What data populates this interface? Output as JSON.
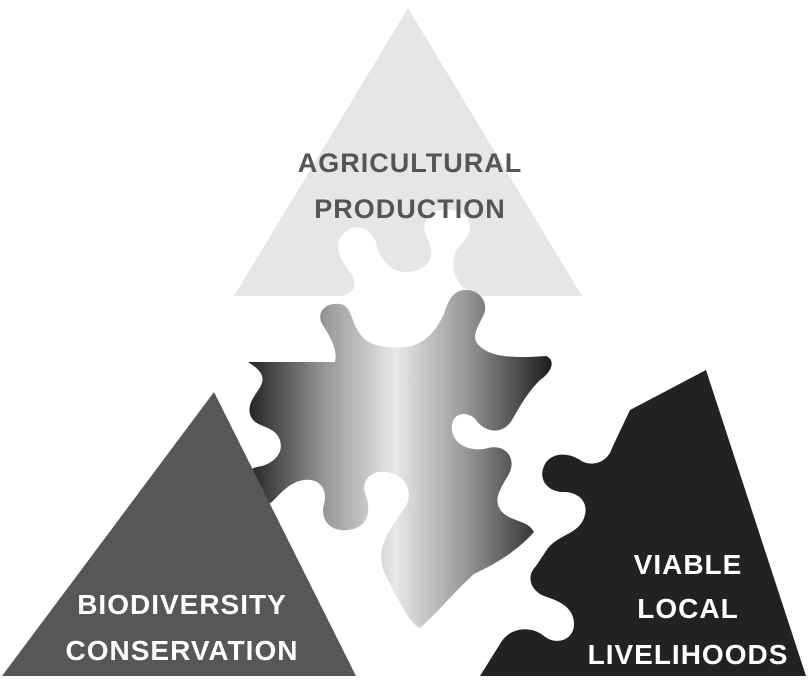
{
  "diagram": {
    "pieces": [
      {
        "id": "agricultural",
        "lines": [
          "AGRICULTURAL",
          "PRODUCTION"
        ],
        "fill": "#e6e6e6",
        "text_color": "#555555"
      },
      {
        "id": "biodiversity",
        "lines": [
          "BIODIVERSITY",
          "CONSERVATION"
        ],
        "fill": "#575757",
        "text_color": "#ffffff"
      },
      {
        "id": "livelihoods",
        "lines": [
          "VIABLE",
          "LOCAL",
          "LIVELIHOODS"
        ],
        "fill": "#222222",
        "text_color": "#ffffff"
      }
    ],
    "center_gradient": [
      "#151515",
      "#9a9a9a",
      "#e8e8e8",
      "#9a9a9a",
      "#1c1c1c"
    ]
  }
}
